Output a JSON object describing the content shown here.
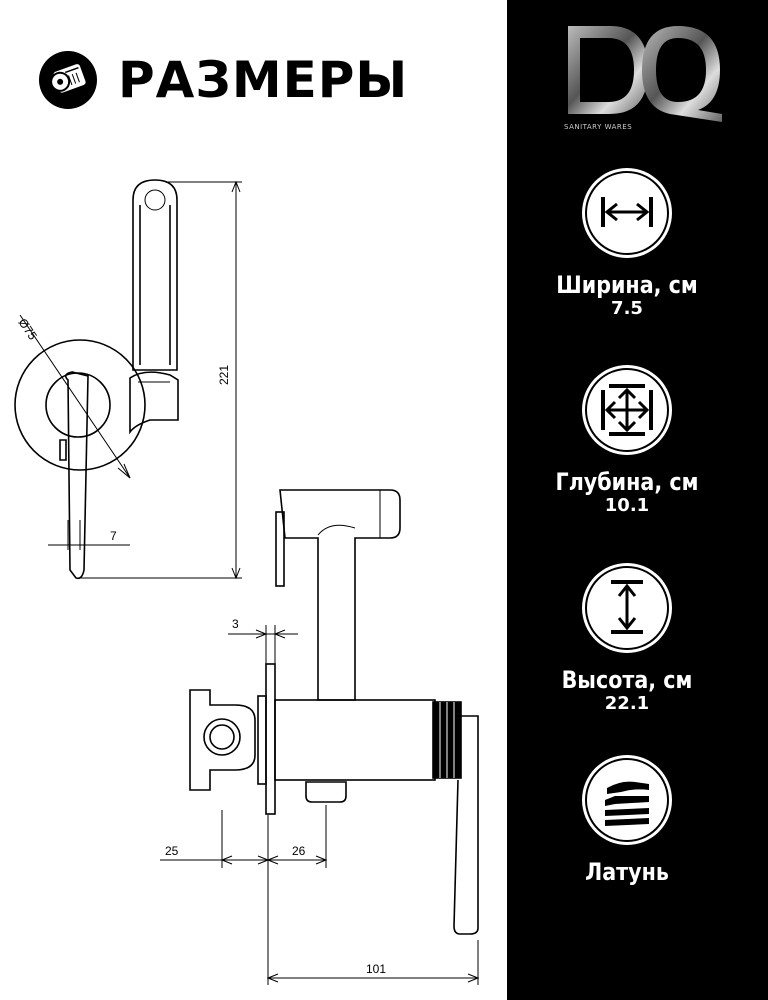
{
  "header": {
    "title": "РАЗМЕРЫ"
  },
  "brand": {
    "logo_text": "DQ",
    "tagline": "SANITARY WARES"
  },
  "dimensions": {
    "diameter": "Ø75",
    "height": "221",
    "lever_offset": "7",
    "plate_thickness": "3",
    "offset_left": "25",
    "offset_right": "26",
    "depth": "101"
  },
  "features": [
    {
      "icon": "width-arrows-icon",
      "label": "Ширина, см",
      "value": "7.5"
    },
    {
      "icon": "depth-arrows-icon",
      "label": "Глубина, см",
      "value": "10.1"
    },
    {
      "icon": "height-arrows-icon",
      "label": "Высота, см",
      "value": "22.1"
    },
    {
      "icon": "material-layers-icon",
      "label": "Латунь",
      "value": ""
    }
  ],
  "colors": {
    "panel": "#000000",
    "text_light": "#ffffff",
    "drawing": "#000000"
  }
}
